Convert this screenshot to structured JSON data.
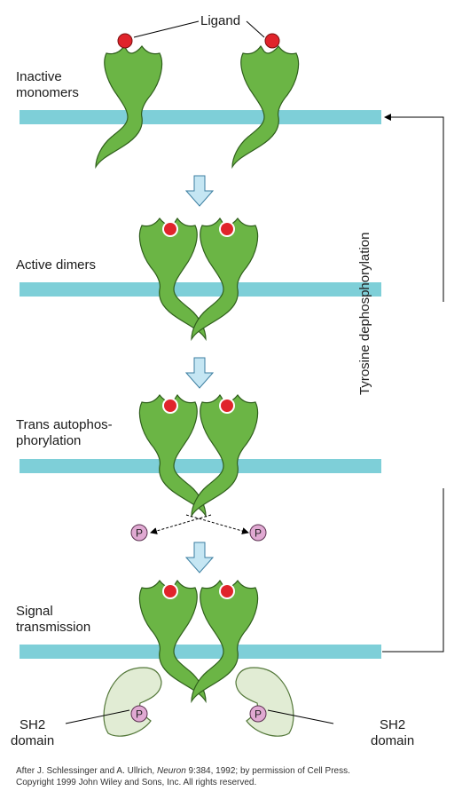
{
  "labels": {
    "ligand": "Ligand",
    "stage1": [
      "Inactive",
      "monomers"
    ],
    "stage2": "Active dimers",
    "stage3": [
      "Trans autophos-",
      "phorylation"
    ],
    "stage4": [
      "Signal",
      "transmission"
    ],
    "sh2": [
      "SH2",
      "domain"
    ],
    "phospho": "P",
    "side_arrow": "Tyrosine dephosphorylation"
  },
  "credit": {
    "line1_pre": "After J. Schlessinger and A. Ullrich, ",
    "line1_journal": "Neuron",
    "line1_post": " 9:384, 1992; by permission of Cell Press.",
    "line2": "Copyright 1999 John Wiley and Sons, Inc. All rights reserved."
  },
  "colors": {
    "membrane": "#7ecfd8",
    "receptor": "#6bb545",
    "receptor_stroke": "#2f5f1c",
    "ligand": "#e0242b",
    "phospho": "#e0a9d2",
    "sh2": "#e1ecd4",
    "flow_arrow": "#c5e6f3"
  }
}
